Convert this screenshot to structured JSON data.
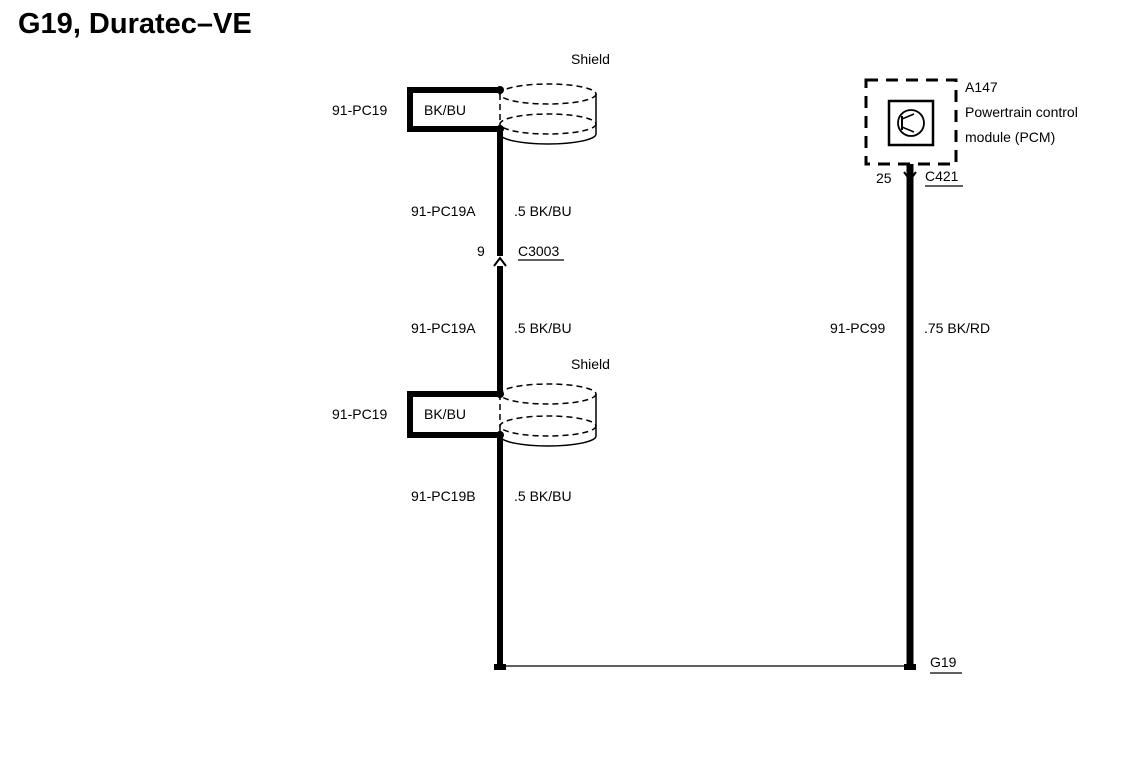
{
  "title": "G19, Duratec–VE",
  "shield_top": {
    "label": "Shield",
    "circuit": "91-PC19",
    "color": "BK/BU"
  },
  "segment_upper": {
    "circuit": "91-PC19A",
    "wire": ".5 BK/BU"
  },
  "connector_c3003": {
    "pin": "9",
    "name": "C3003"
  },
  "segment_middle": {
    "circuit": "91-PC19A",
    "wire": ".5 BK/BU"
  },
  "shield_bottom": {
    "label": "Shield",
    "circuit": "91-PC19",
    "color": "BK/BU"
  },
  "segment_lower": {
    "circuit": "91-PC19B",
    "wire": ".5 BK/BU"
  },
  "module": {
    "id": "A147",
    "name_line1": "Powertrain control",
    "name_line2": "module (PCM)",
    "pin": "25",
    "connector": "C421",
    "icon": "transistor-icon"
  },
  "segment_pcm": {
    "circuit": "91-PC99",
    "wire": ".75 BK/RD"
  },
  "ground": {
    "name": "G19"
  }
}
